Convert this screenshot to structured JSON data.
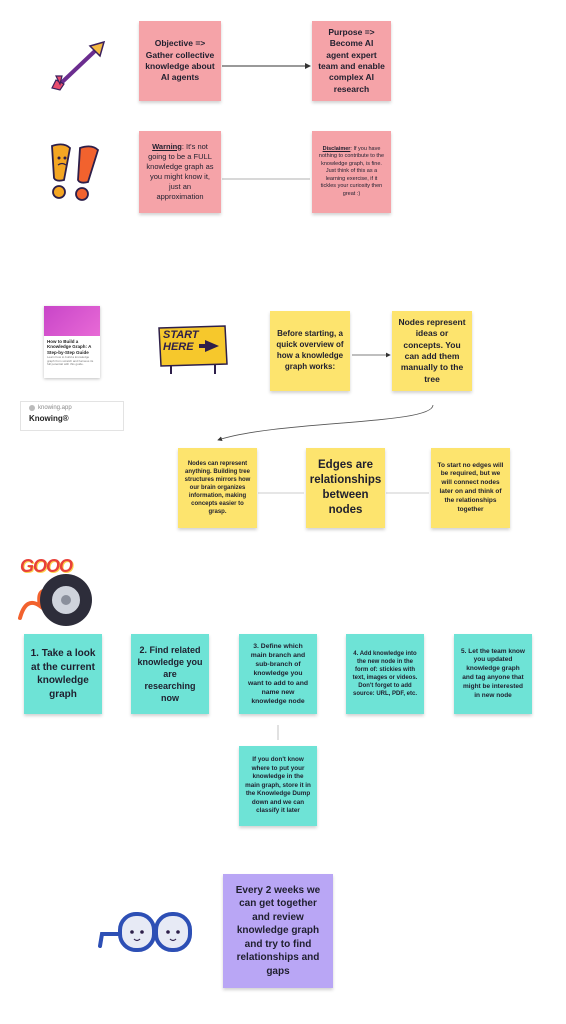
{
  "notes": {
    "objective": "Objective => Gather collective knowledge about AI agents",
    "purpose": "Purpose => Become AI agent expert team and enable complex AI research",
    "warning_label": "Warning",
    "warning_text": ": It's not going to be a FULL knowledge graph as you might know it, just an approximation",
    "disclaimer_label": "Disclaimer",
    "disclaimer_text": ": If you have nothing to contribute to the knowledge graph, is fine. Just think of this as a learning exercise, if it tickles your curiosity then great :)",
    "before_starting": "Before starting, a quick overview of how a knowledge graph works:",
    "nodes_represent": "Nodes represent ideas or concepts. You can add them manually to the tree",
    "nodes_anything": "Nodes can represent anything. Building tree structures mirrors how our brain organizes information, making concepts easier to grasp.",
    "edges": "Edges are relationships between nodes",
    "no_edges": "To start no edges will be required, but we will connect nodes later on and think of the relationships together",
    "step1": "1. Take a look at the current knowledge graph",
    "step2": "2. Find related knowledge you are researching now",
    "step3": "3. Define which main branch and sub-branch of knowledge you want to add to and name new knowledge node",
    "step4": "4. Add knowledge into the new node in the form of: stickies with text, images or videos. Don't forget to add source: URL, PDF, etc.",
    "step5": "5. Let the team know you updated knowledge graph and tag anyone that might be interested in new node",
    "dump": "If you don't know where to put your knowledge in the main graph, store it in the Knowledge Dump down and we can classify it later",
    "every2weeks": "Every 2 weeks we can get together and review knowledge graph and try to find relationships and gaps"
  },
  "link_card": {
    "source": "knowing.app",
    "title": "Knowing®",
    "thumb_title": "How to Build a Knowledge Graph: A Step-by-Step Guide",
    "thumb_body": "Learn how to build a knowledge graph from scratch and harness its full potential with this guide."
  },
  "stickers": {
    "start_here": "START HERE",
    "goooo": "GOOO"
  },
  "colors": {
    "pink": "#f5a3a8",
    "yellow": "#fde46e",
    "teal": "#6ee3d6",
    "purple": "#b9a6f5"
  }
}
